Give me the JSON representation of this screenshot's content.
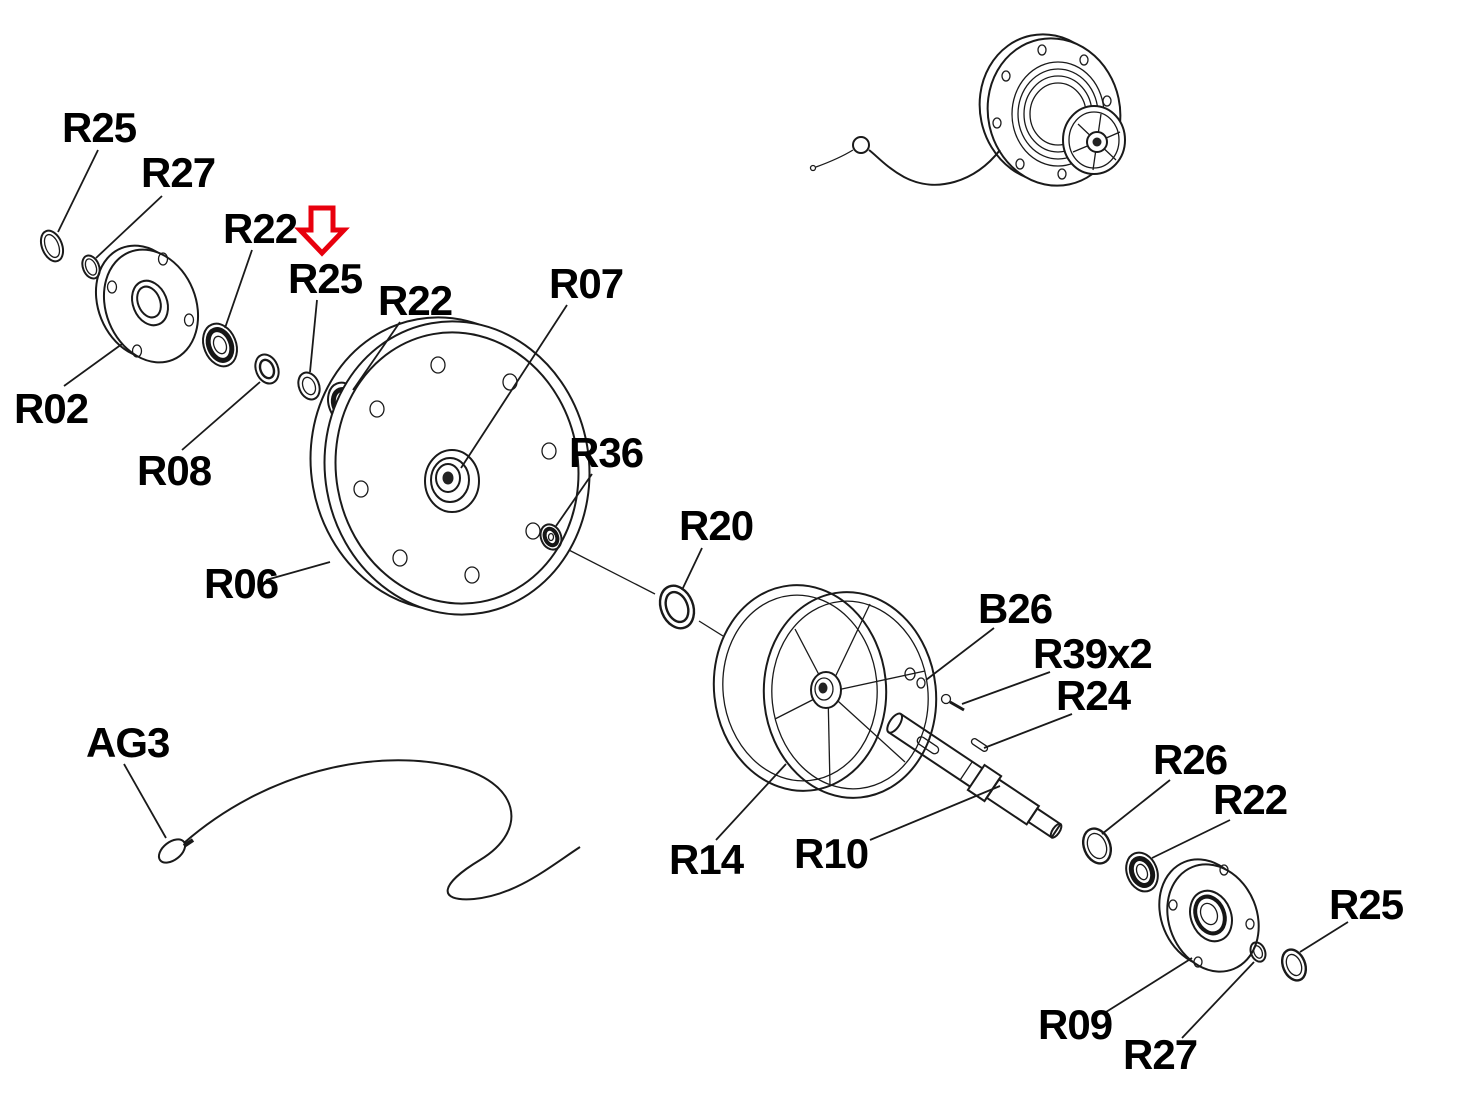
{
  "diagram": {
    "figure_type": "exploded-parts-diagram",
    "subject": "wheel-hub-and-reel-assembly",
    "line_color": "#1a1a1a",
    "highlight": {
      "color": "#e8000d",
      "target_label": "R25"
    },
    "labels": [
      {
        "id": "r25-outer-left",
        "text": "R25"
      },
      {
        "id": "r27-left",
        "text": "R27"
      },
      {
        "id": "r22-left",
        "text": "R22"
      },
      {
        "id": "r25-highlighted",
        "text": "R25"
      },
      {
        "id": "r22-center",
        "text": "R22"
      },
      {
        "id": "r07-hub",
        "text": "R07"
      },
      {
        "id": "r02-flange-left",
        "text": "R02"
      },
      {
        "id": "r08-spacer",
        "text": "R08"
      },
      {
        "id": "r36-nut",
        "text": "R36"
      },
      {
        "id": "r06-disc",
        "text": "R06"
      },
      {
        "id": "r20-ring",
        "text": "R20"
      },
      {
        "id": "b26-hardware",
        "text": "B26"
      },
      {
        "id": "r39x2-screws",
        "text": "R39x2"
      },
      {
        "id": "r24-pin",
        "text": "R24"
      },
      {
        "id": "r26-ring",
        "text": "R26"
      },
      {
        "id": "r22-right",
        "text": "R22"
      },
      {
        "id": "r25-right",
        "text": "R25"
      },
      {
        "id": "ag3-cable",
        "text": "AG3"
      },
      {
        "id": "r14-wheel",
        "text": "R14"
      },
      {
        "id": "r10-shaft",
        "text": "R10"
      },
      {
        "id": "r09-flange-right",
        "text": "R09"
      },
      {
        "id": "r27-right",
        "text": "R27"
      }
    ]
  }
}
